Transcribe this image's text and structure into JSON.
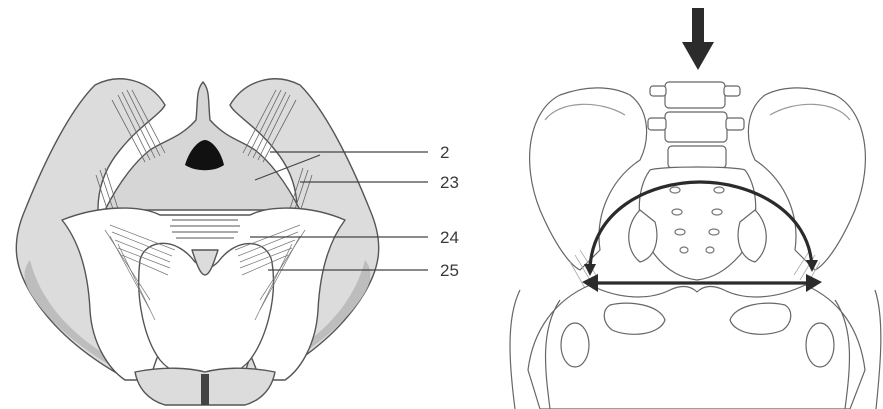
{
  "figure": {
    "left_panel": {
      "labels": [
        {
          "id": "label-2",
          "text": "2"
        },
        {
          "id": "label-23",
          "text": "23"
        },
        {
          "id": "label-24",
          "text": "24"
        },
        {
          "id": "label-25",
          "text": "25"
        }
      ]
    },
    "right_panel": {
      "load_arrow_icon": "down-arrow-icon",
      "force_arc_icon": "curved-double-arrow-icon"
    }
  },
  "colors": {
    "bone_fill": "#dcdcdc",
    "bone_dark": "#bdbdbd",
    "outline": "#555555",
    "arrow": "#2b2b2b"
  }
}
